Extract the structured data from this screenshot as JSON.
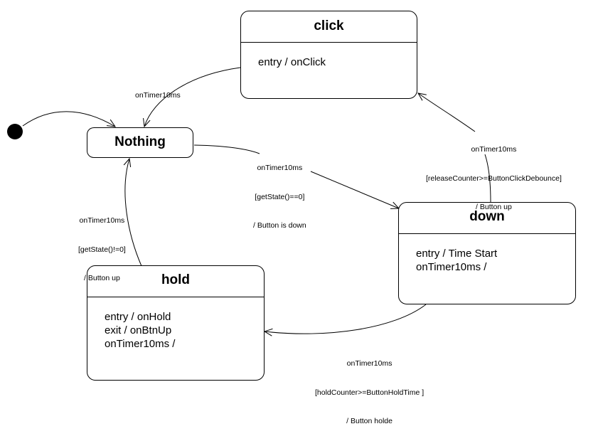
{
  "states": {
    "click": {
      "title": "click",
      "body": [
        "entry / onClick"
      ]
    },
    "nothing": {
      "title": "Nothing"
    },
    "down": {
      "title": "down",
      "body": [
        "entry / Time Start",
        "onTimer10ms /"
      ]
    },
    "hold": {
      "title": "hold",
      "body": [
        "entry / onHold",
        "exit / onBtnUp",
        "onTimer10ms /"
      ]
    }
  },
  "transitions": {
    "click_to_nothing": {
      "lines": [
        "onTimer10ms"
      ]
    },
    "nothing_to_down": {
      "lines": [
        "onTimer10ms",
        "[getState()==0]",
        "/ Button is down"
      ]
    },
    "down_to_click": {
      "lines": [
        "onTimer10ms",
        "[releaseCounter>=ButtonClickDebounce]",
        "/ Button up"
      ]
    },
    "down_to_hold": {
      "lines": [
        "onTimer10ms",
        "[holdCounter>=ButtonHoldTime ]",
        "/ Button holde"
      ]
    },
    "hold_to_nothing": {
      "lines": [
        "onTimer10ms",
        "[getState()!=0]",
        "/ Button up"
      ]
    }
  },
  "colors": {
    "line": "#000000",
    "fill": "#ffffff",
    "initial_node": "#000000"
  }
}
